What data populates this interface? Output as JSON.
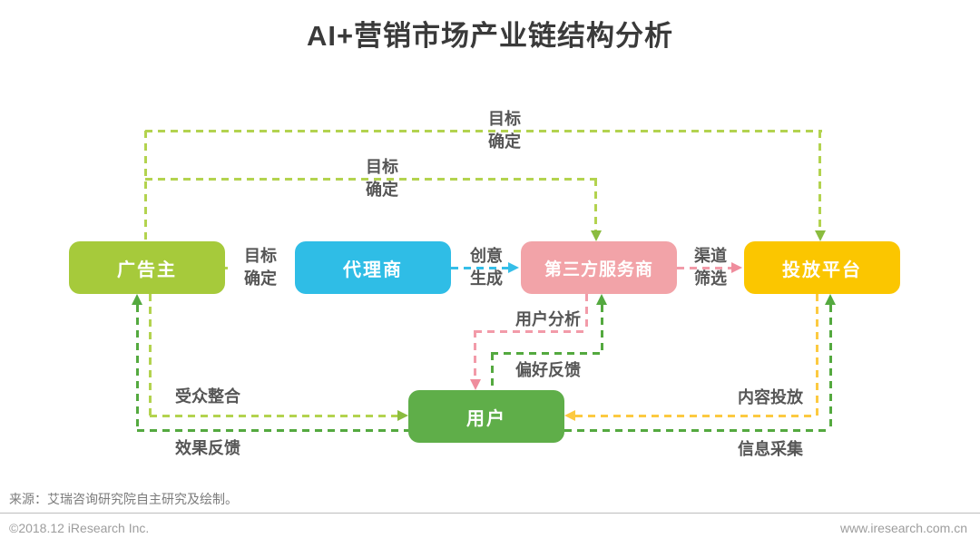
{
  "title": "AI+营销市场产业链结构分析",
  "nodes": [
    {
      "id": "advertiser",
      "label": "广告主",
      "color": "#a6ca3b"
    },
    {
      "id": "agency",
      "label": "代理商",
      "color": "#2fbde6"
    },
    {
      "id": "third_party",
      "label": "第三方服务商",
      "color": "#f2a3a8"
    },
    {
      "id": "platform",
      "label": "投放平台",
      "color": "#fbc600"
    },
    {
      "id": "user",
      "label": "用户",
      "color": "#5fae49"
    }
  ],
  "edge_labels": {
    "goal_top": {
      "line1": "目标",
      "line2": "确定"
    },
    "goal_mid": {
      "line1": "目标",
      "line2": "确定"
    },
    "goal_left": {
      "line1": "目标",
      "line2": "确定"
    },
    "creative": {
      "line1": "创意",
      "line2": "生成"
    },
    "channel": {
      "line1": "渠道",
      "line2": "筛选"
    },
    "user_analysis": "用户分析",
    "preference_feedback": "偏好反馈",
    "audience_integration": "受众整合",
    "effect_feedback": "效果反馈",
    "content_delivery": "内容投放",
    "info_collection": "信息采集"
  },
  "edges": [
    {
      "from": "广告主",
      "to": "代理商",
      "label": "目标确定",
      "color": "#b3d34f"
    },
    {
      "from": "广告主",
      "to": "第三方服务商",
      "label": "目标确定",
      "color": "#b3d34f"
    },
    {
      "from": "广告主",
      "to": "投放平台",
      "label": "目标确定",
      "color": "#b3d34f"
    },
    {
      "from": "代理商",
      "to": "第三方服务商",
      "label": "创意生成",
      "color": "#35bee8"
    },
    {
      "from": "第三方服务商",
      "to": "投放平台",
      "label": "渠道筛选",
      "color": "#f29ba9"
    },
    {
      "from": "第三方服务商",
      "to": "用户",
      "label": "用户分析",
      "color": "#f29ba9"
    },
    {
      "from": "用户",
      "to": "第三方服务商",
      "label": "偏好反馈",
      "color": "#54a93f"
    },
    {
      "from": "广告主",
      "to": "用户",
      "label": "受众整合",
      "color": "#b3d34f"
    },
    {
      "from": "用户",
      "to": "广告主",
      "label": "效果反馈",
      "color": "#54a93f"
    },
    {
      "from": "投放平台",
      "to": "用户",
      "label": "内容投放",
      "color": "#fcca41"
    },
    {
      "from": "用户",
      "to": "投放平台",
      "label": "信息采集",
      "color": "#54a93f"
    }
  ],
  "footer": {
    "source": "来源：艾瑞咨询研究院自主研究及绘制。",
    "copyright": "©2018.12 iResearch Inc.",
    "website": "www.iresearch.com.cn"
  }
}
